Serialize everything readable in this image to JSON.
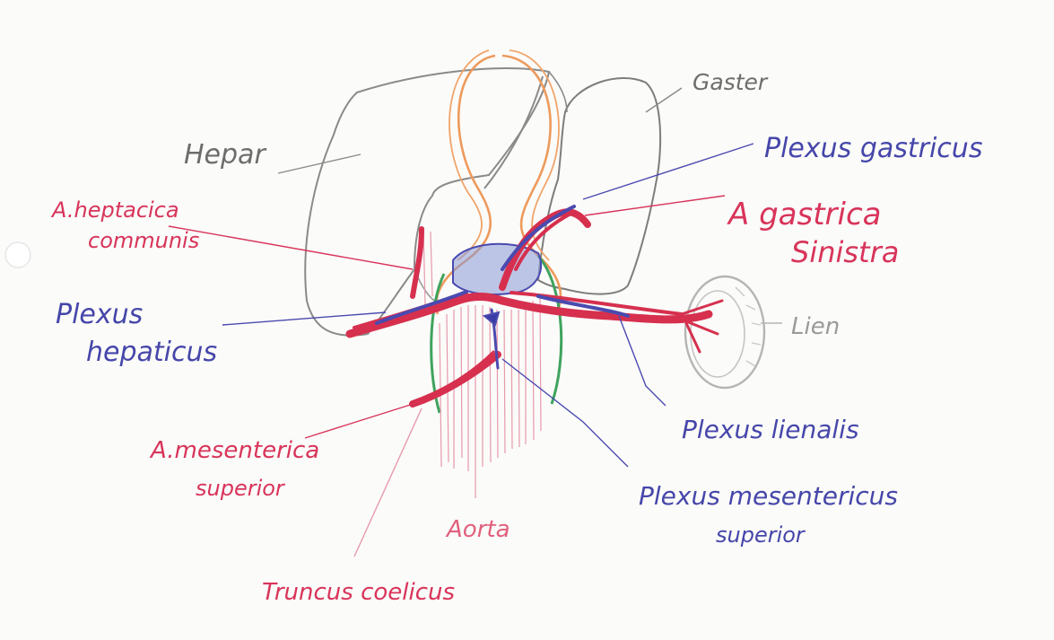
{
  "labels": {
    "hepar": "Hepar",
    "gaster": "Gaster",
    "plexus_gastricus": "Plexus gastricus",
    "a_hepatica_line1": "A.heptacica",
    "a_hepatica_line2": "communis",
    "a_gastrica_line1": "A gastrica",
    "a_gastrica_line2": "Sinistra",
    "plexus_hepaticus_line1": "Plexus",
    "plexus_hepaticus_line2": "hepaticus",
    "lien": "Lien",
    "plexus_lienalis": "Plexus lienalis",
    "a_mesenterica_line1": "A.mesenterica",
    "a_mesenterica_line2": "superior",
    "plexus_mesentericus_line1": "Plexus mesentericus",
    "plexus_mesentericus_line2": "superior",
    "aorta": "Aorta",
    "truncus": "Truncus coelicus"
  },
  "colors": {
    "paper": "#fbfbf9",
    "pencil_gray": "#7d7d7d",
    "organ_gray": "#8a8a8a",
    "artery_red": "#d6304e",
    "label_red": "#d8345a",
    "plexus_blue": "#4a4ab0",
    "label_blue": "#4646aa",
    "esophagus_orange": "#ee9a5c",
    "aorta_green": "#3fa35e",
    "spleen_gray": "#b5b5b5"
  }
}
